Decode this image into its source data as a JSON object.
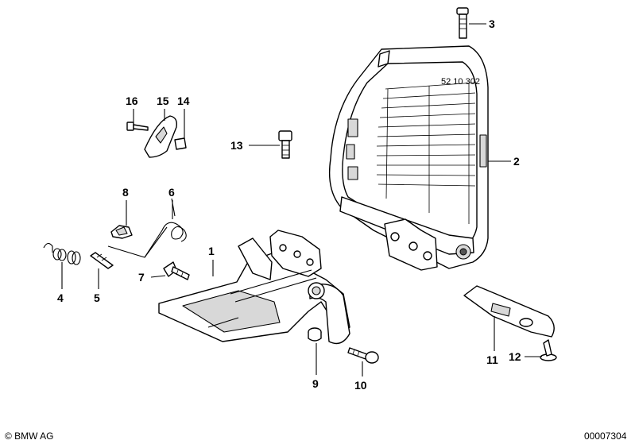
{
  "diagram_ref": "52 10 302",
  "footer": {
    "copyright": "© BMW AG",
    "drawing_number": "00007304"
  },
  "callouts": [
    "1",
    "2",
    "3",
    "4",
    "5",
    "6",
    "7",
    "8",
    "9",
    "10",
    "11",
    "12",
    "13",
    "14",
    "15",
    "16"
  ],
  "colors": {
    "line": "#000000",
    "background": "#ffffff",
    "shade": "#d8d8d8"
  }
}
